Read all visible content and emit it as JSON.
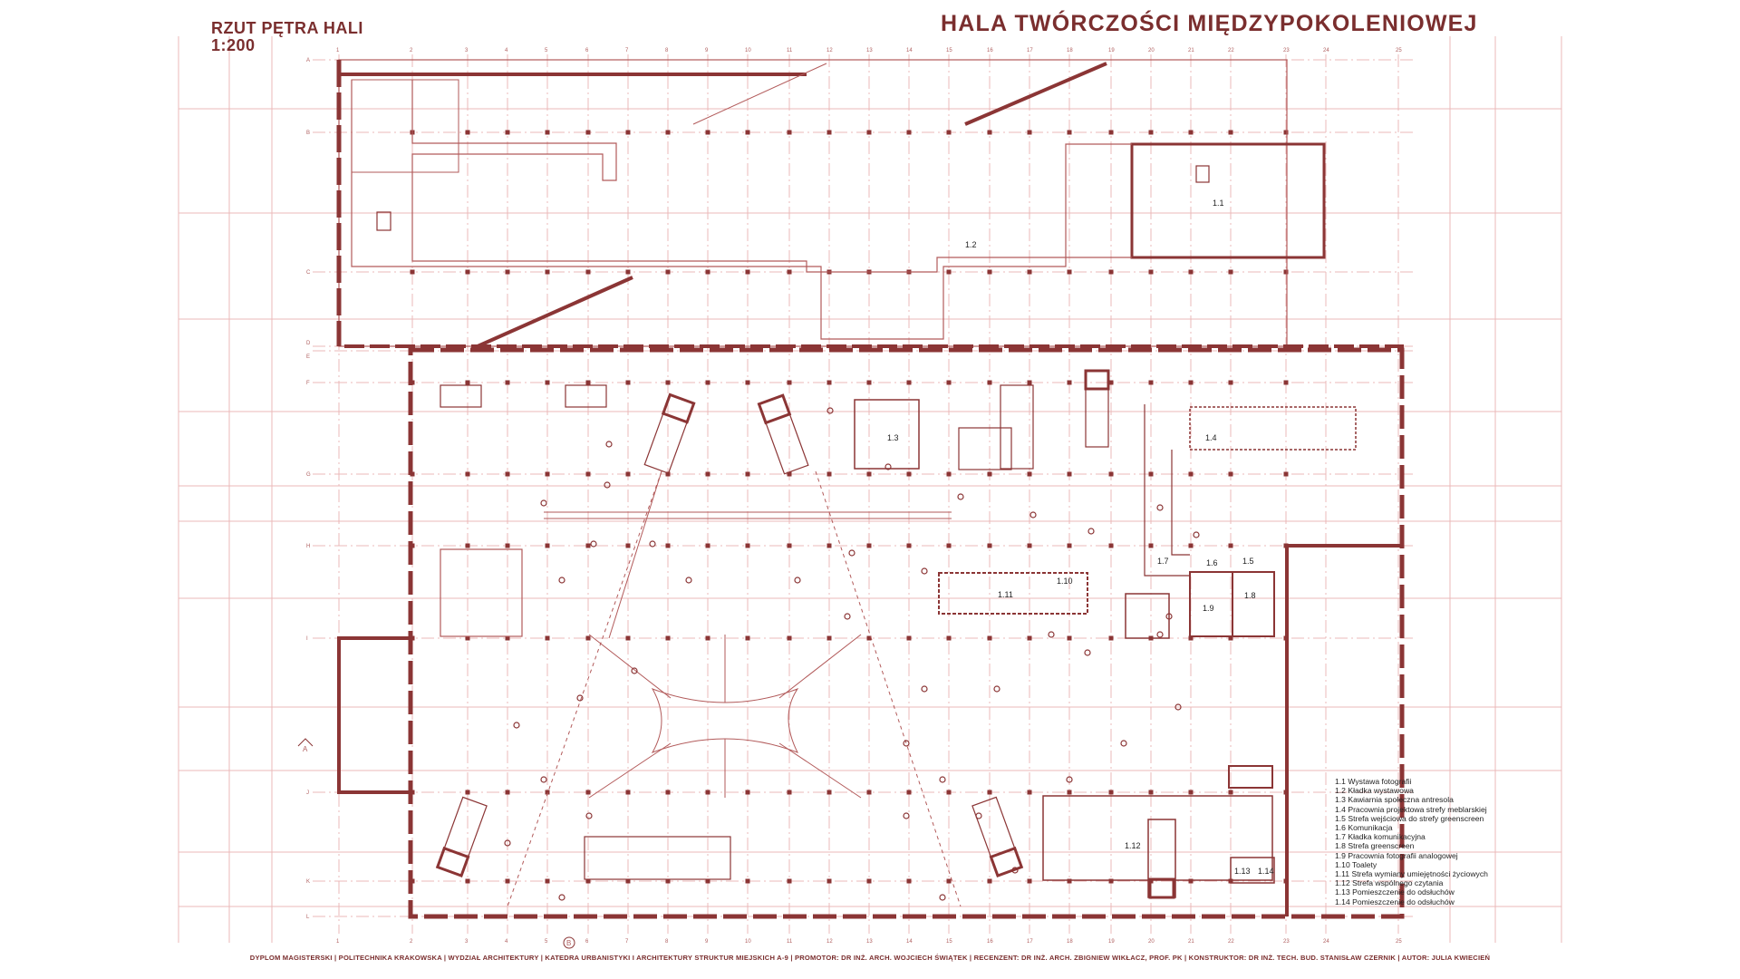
{
  "header": {
    "plan_title": "RZUT PĘTRA HALI",
    "scale": "1:200",
    "project_title": "HALA TWÓRCZOŚCI MIĘDZYPOKOLENIOWEJ"
  },
  "grid": {
    "columns": [
      "1",
      "2",
      "3",
      "4",
      "5",
      "6",
      "7",
      "8",
      "9",
      "10",
      "11",
      "12",
      "13",
      "14",
      "15",
      "16",
      "17",
      "18",
      "19",
      "20",
      "21",
      "22",
      "23",
      "24",
      "25"
    ],
    "rows": [
      "A",
      "B",
      "C",
      "D",
      "E",
      "F",
      "G",
      "H",
      "I",
      "J",
      "K",
      "L"
    ]
  },
  "section_marks": {
    "a": "A",
    "b": "B"
  },
  "rooms": {
    "r1_1": "1.1",
    "r1_2": "1.2",
    "r1_3": "1.3",
    "r1_4": "1.4",
    "r1_5": "1.5",
    "r1_6": "1.6",
    "r1_7": "1.7",
    "r1_8": "1.8",
    "r1_9": "1.9",
    "r1_10": "1.10",
    "r1_11": "1.11",
    "r1_12": "1.12",
    "r1_13": "1.13",
    "r1_14": "1.14"
  },
  "legend": [
    "1.1 Wystawa fotografii",
    "1.2 Kładka wystawowa",
    "1.3 Kawiarnia społeczna antresola",
    "1.4 Pracownia projektowa strefy meblarskiej",
    "1.5 Strefa wejściowa do strefy greenscreen",
    "1.6 Komunikacja",
    "1.7 Kładka komunikacyjna",
    "1.8 Strefa greenscreen",
    "1.9 Pracownia fotografii analogowej",
    "1.10 Toalety",
    "1.11 Strefa wymiany umiejętności życiowych",
    "1.12 Strefa wspólnego czytania",
    "1.13 Pomieszczenie do odsłuchów",
    "1.14 Pomieszczenie do odsłuchów"
  ],
  "footer": "DYPLOM MAGISTERSKI | POLITECHNIKA KRAKOWSKA | WYDZIAŁ ARCHITEKTURY | KATEDRA URBANISTYKI I ARCHITEKTURY STRUKTUR MIEJSKICH A-9 | PROMOTOR: DR INŻ. ARCH. WOJCIECH ŚWIĄTEK | RECENZENT: DR INŻ. ARCH. ZBIGNIEW WIKŁACZ, PROF. PK | KONSTRUKTOR: DR INŻ. TECH. BUD. STANISŁAW CZERNIK | AUTOR: JULIA KWIECIEŃ",
  "colors": {
    "wall": "#8b3535",
    "grid": "#ebb8b8",
    "thin": "#b25a5a"
  }
}
